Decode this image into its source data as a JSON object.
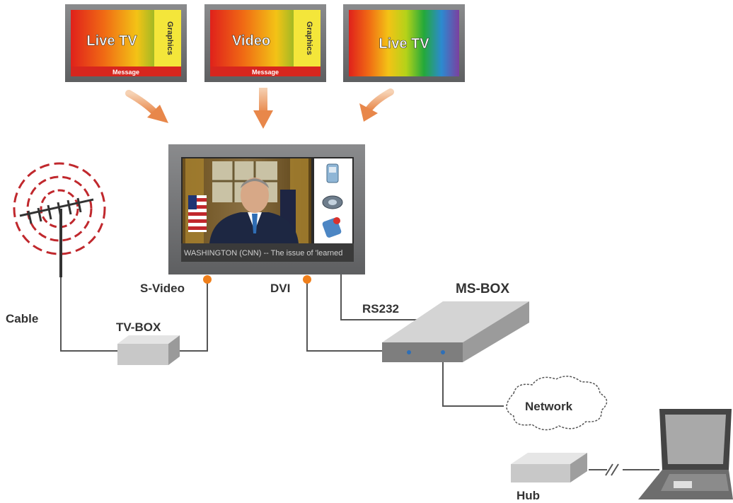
{
  "colors": {
    "arrow": "#e8874a",
    "connector": "#f07f1a",
    "frame": "#58595b",
    "box_light": "#c8c8c8",
    "box_dark": "#7e7e7e",
    "message_bar": "#d7261e",
    "antenna_rings": "#c0282d"
  },
  "templates": [
    {
      "main": "Live TV",
      "side": "Graphics",
      "bottom": "Message"
    },
    {
      "main": "Video",
      "side": "Graphics",
      "bottom": "Message"
    },
    {
      "main": "Live TV"
    }
  ],
  "display": {
    "ticker": "WASHINGTON (CNN) -- The issue of 'learned"
  },
  "labels": {
    "cable": "Cable",
    "tv_box": "TV-BOX",
    "s_video": "S-Video",
    "dvi": "DVI",
    "rs232": "RS232",
    "ms_box": "MS-BOX",
    "network": "Network",
    "hub": "Hub"
  },
  "icons": [
    "antenna-icon",
    "network-cloud-icon",
    "laptop-icon",
    "link-break-icon",
    "phone-icon",
    "camera-icon",
    "pda-icon"
  ]
}
